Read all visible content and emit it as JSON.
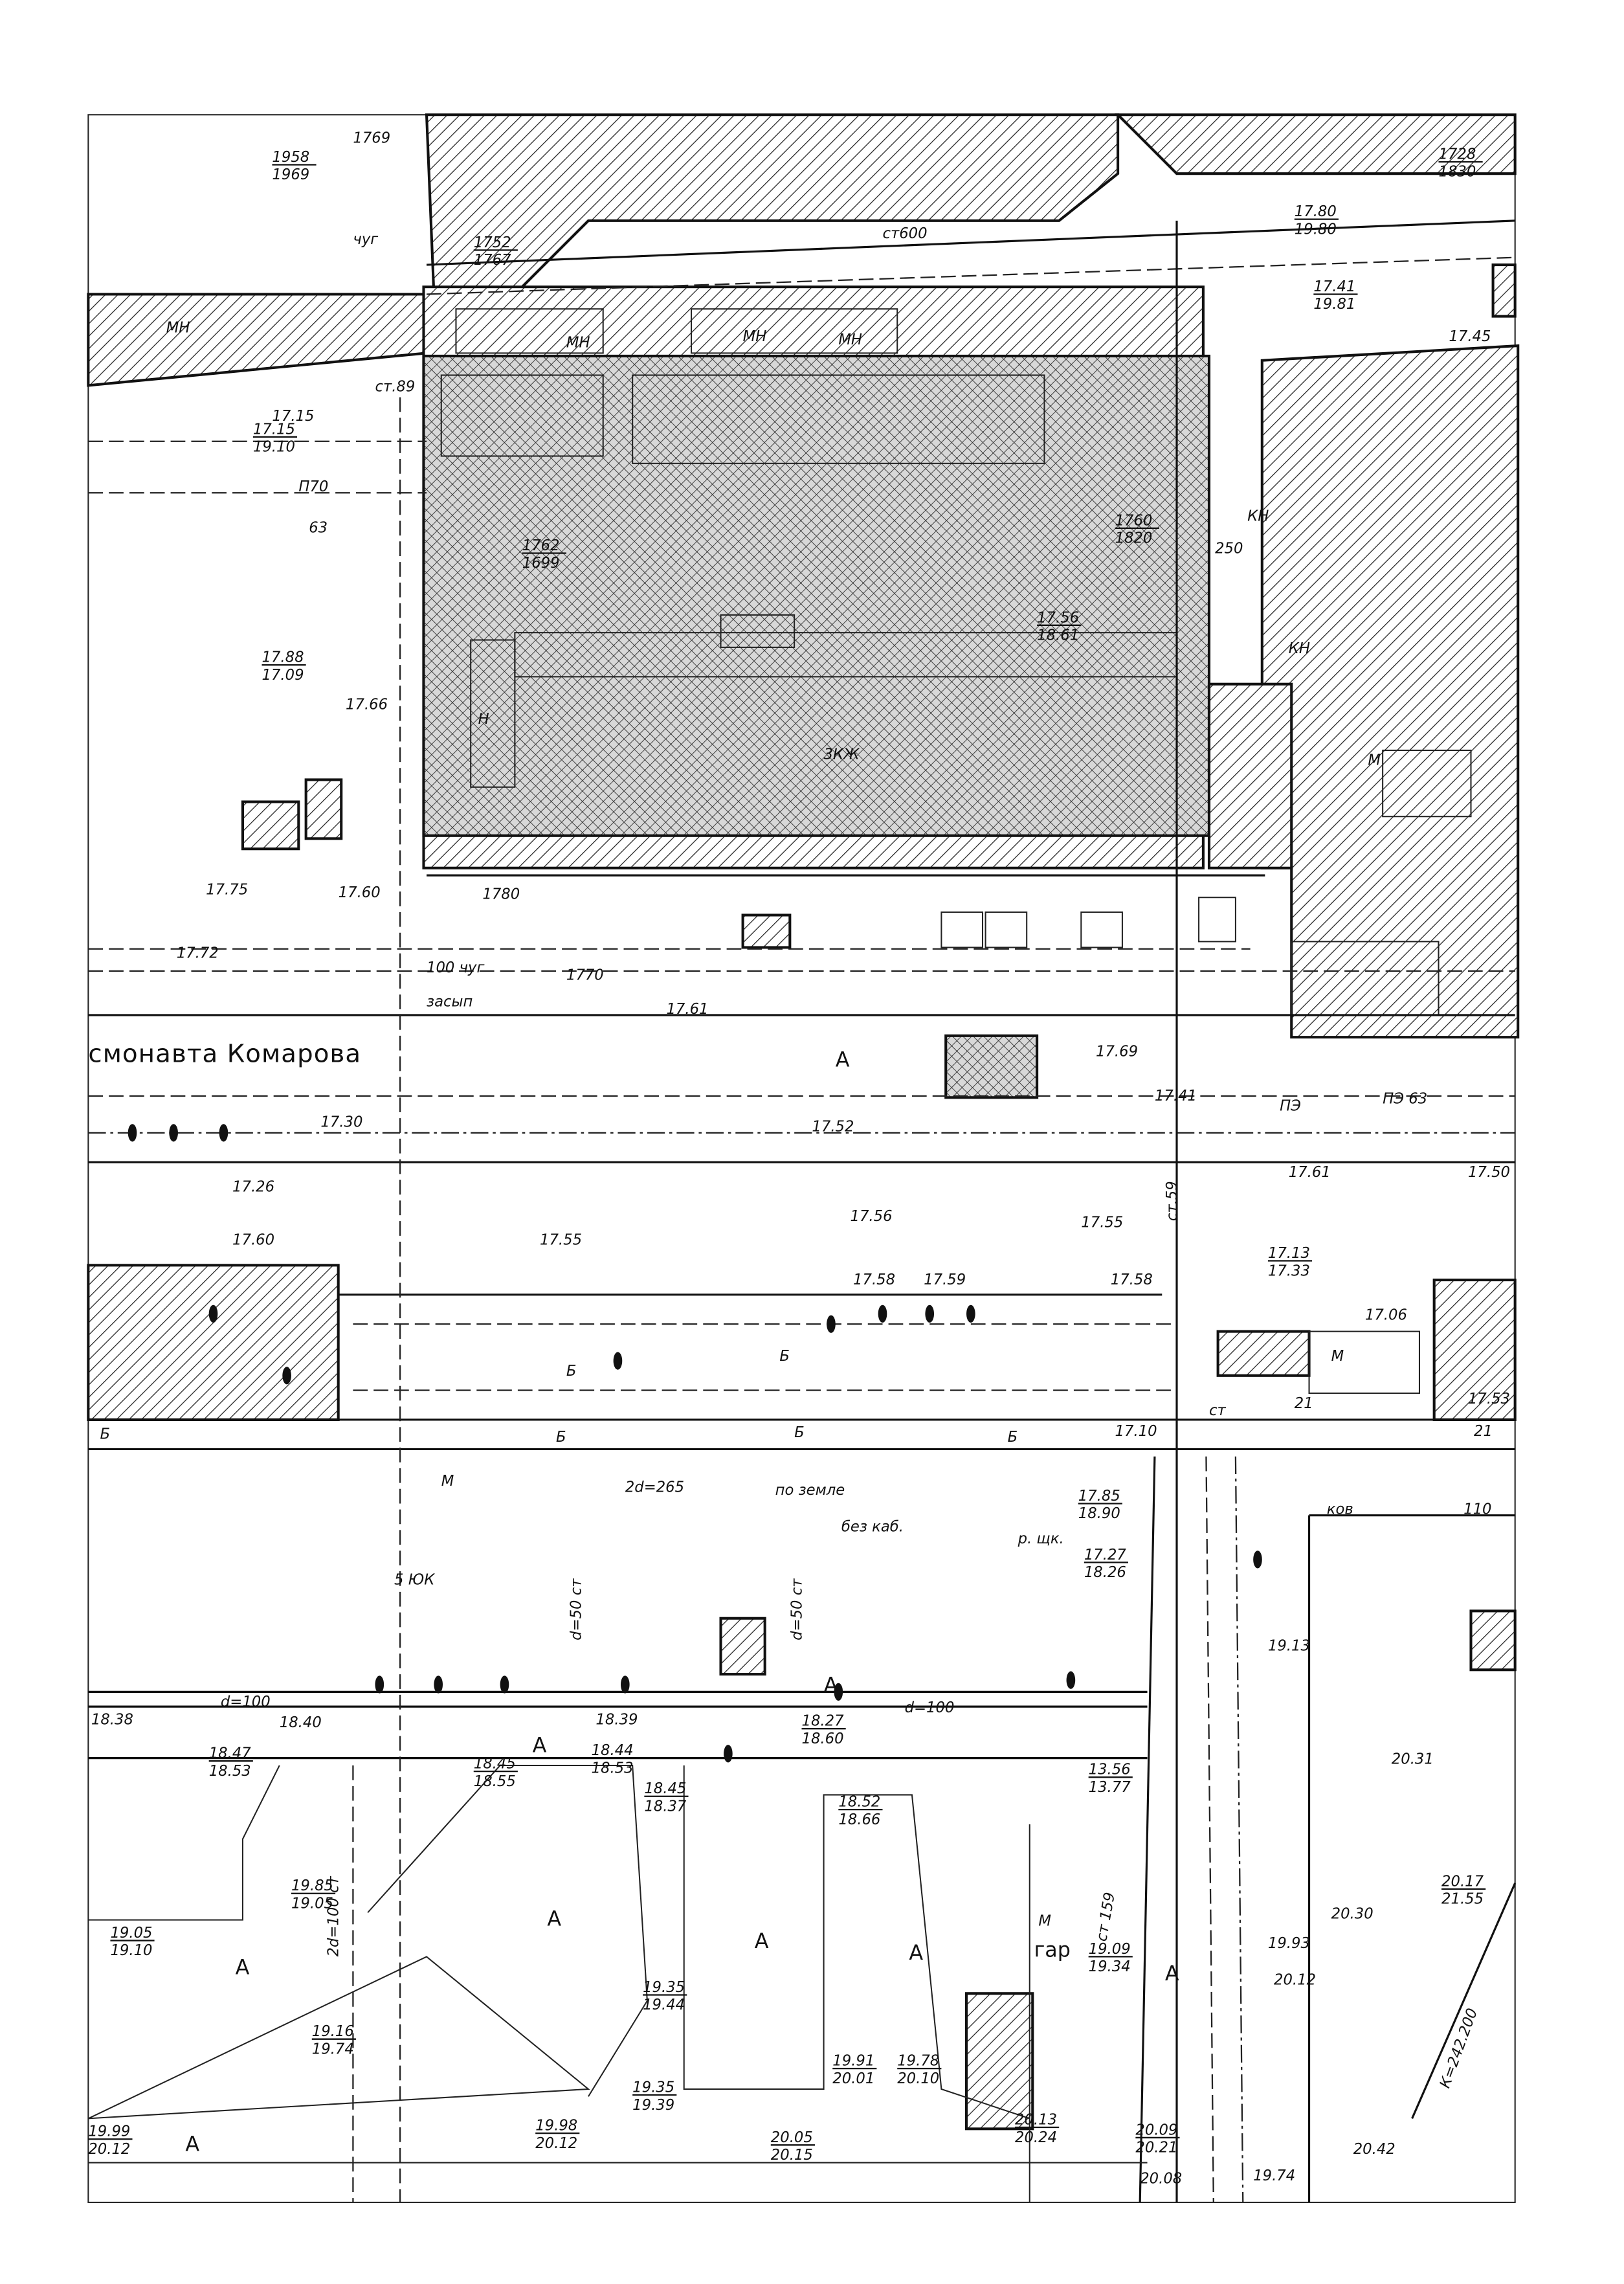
{
  "map": {
    "street_name": "смонавта Комарова",
    "colors": {
      "ink": "#111111",
      "paper": "#ffffff"
    },
    "labels": [
      "А",
      "17.69",
      "17.55",
      "17.56",
      "17.55",
      "17.60",
      "17.61",
      "17.50",
      "ПЭ 63",
      "17.41",
      "5 ЮК",
      "2d=265",
      "по земле",
      "без каб.",
      "р. щк.",
      "ков",
      "110",
      "20.31",
      "20.30",
      "20.12",
      "20.42",
      "гар",
      "М",
      "А",
      "А",
      "А",
      "А",
      "А",
      "А",
      "А",
      "d=100",
      "19.13",
      "3КЖ",
      "100 чуг",
      "засып",
      "1770",
      "17.58",
      "17.59",
      "17.58",
      "17.06",
      "1769",
      "чуг",
      "ст600",
      "17.45",
      "ст.89",
      "П70",
      "63",
      "250",
      "КН",
      "КН",
      "17.66",
      "1780",
      "17.61",
      "17.52",
      "17.26",
      "17.30",
      "18.40",
      "18.39",
      "18.38",
      "20.08",
      "19.74",
      "17.10",
      "17.53",
      "19.93",
      "d=100",
      "МН",
      "МН",
      "МН",
      "МН",
      "М",
      "М",
      "М",
      "Н",
      "ст.59",
      "К=242.200",
      "2d=100 ст",
      "d=50 ст",
      "d=50 ст",
      "А",
      "Б",
      "Б",
      "Б",
      "Б",
      "Б",
      "ст",
      "21",
      "21",
      "ПЭ",
      "Б",
      "17.72",
      "17.75",
      "17.60",
      "ст 159",
      "17.15"
    ],
    "fractions": [
      {
        "top": "1958",
        "bottom": "1969"
      },
      {
        "top": "17.80",
        "bottom": "19.80"
      },
      {
        "top": "17.41",
        "bottom": "19.81"
      },
      {
        "top": "1728",
        "bottom": "1830"
      },
      {
        "top": "17.15",
        "bottom": "19.10"
      },
      {
        "top": "1760",
        "bottom": "1820"
      },
      {
        "top": "17.88",
        "bottom": "17.09"
      },
      {
        "top": "17.13",
        "bottom": "17.33"
      },
      {
        "top": "17.27",
        "bottom": "18.26"
      },
      {
        "top": "17.85",
        "bottom": "18.90"
      },
      {
        "top": "20.17",
        "bottom": "21.55"
      },
      {
        "top": "18.47",
        "bottom": "18.53"
      },
      {
        "top": "18.45",
        "bottom": "18.55"
      },
      {
        "top": "18.44",
        "bottom": "18.53"
      },
      {
        "top": "18.45",
        "bottom": "18.37"
      },
      {
        "top": "18.52",
        "bottom": "18.66"
      },
      {
        "top": "18.27",
        "bottom": "18.60"
      },
      {
        "top": "19.85",
        "bottom": "19.05"
      },
      {
        "top": "19.05",
        "bottom": "19.10"
      },
      {
        "top": "19.16",
        "bottom": "19.74"
      },
      {
        "top": "19.35",
        "bottom": "19.44"
      },
      {
        "top": "19.35",
        "bottom": "19.39"
      },
      {
        "top": "19.98",
        "bottom": "20.12"
      },
      {
        "top": "20.05",
        "bottom": "20.15"
      },
      {
        "top": "19.91",
        "bottom": "20.01"
      },
      {
        "top": "19.78",
        "bottom": "20.10"
      },
      {
        "top": "20.13",
        "bottom": "20.24"
      },
      {
        "top": "20.09",
        "bottom": "20.21"
      },
      {
        "top": "19.99",
        "bottom": "20.12"
      },
      {
        "top": "1752",
        "bottom": "1767"
      },
      {
        "top": "1762",
        "bottom": "1699"
      },
      {
        "top": "17.56",
        "bottom": "18.61"
      },
      {
        "top": "19.09",
        "bottom": "19.34"
      },
      {
        "top": "13.56",
        "bottom": "13.77"
      }
    ]
  }
}
